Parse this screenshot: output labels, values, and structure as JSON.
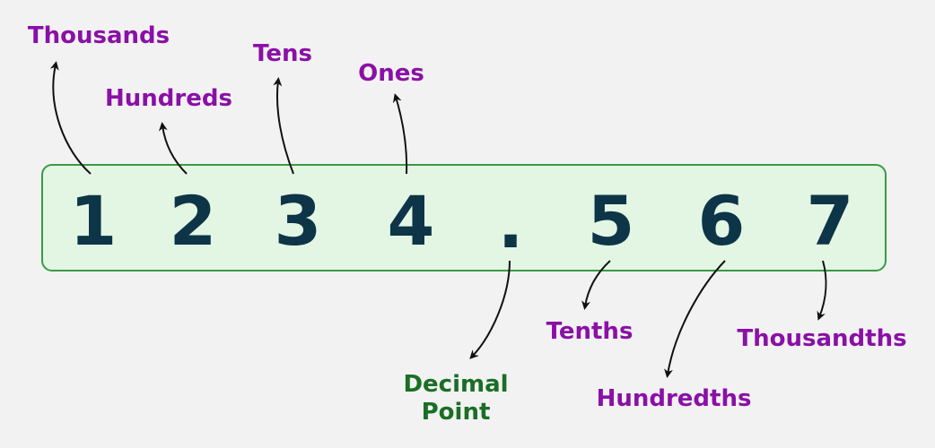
{
  "digits": [
    "1",
    "2",
    "3",
    "4",
    ".",
    "5",
    "6",
    "7"
  ],
  "labels": {
    "thousands": "Thousands",
    "hundreds": "Hundreds",
    "tens": "Tens",
    "ones": "Ones",
    "decimal_line1": "Decimal",
    "decimal_line2": "Point",
    "tenths": "Tenths",
    "hundredths": "Hundredths",
    "thousandths": "Thousandths"
  },
  "colors": {
    "label": "#8a10a6",
    "decimal_label": "#1a6e25",
    "digit": "#0d3447",
    "box_fill": "#e3f6e3",
    "box_border": "#3a9a45"
  }
}
